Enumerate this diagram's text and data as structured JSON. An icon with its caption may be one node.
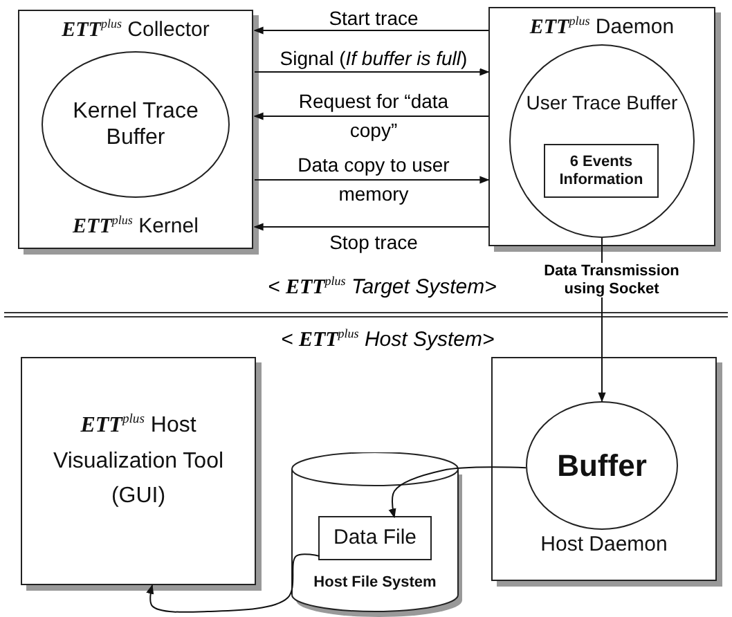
{
  "diagram": {
    "nodes": [
      {
        "text": [
          "*ETT*$^{plus}$ Collector",
          "*ETT*$^{plus}$ Kernel"
        ]
      },
      {
        "text": [
          "Kernel Trace Buffer"
        ],
        "in": 0
      },
      {
        "text": [
          "*ETT*$^{plus}$ Daemon"
        ]
      },
      {
        "text": [
          "User Trace Buffer"
        ],
        "in": 2
      },
      {
        "text": [
          "6 Events Information"
        ],
        "in": 3
      },
      {
        "text": [
          "*ETT*$^{plus}$ Host Visualization Tool (GUI)"
        ]
      },
      {
        "text": [
          "Host Daemon"
        ]
      },
      {
        "text": [
          "Buffer"
        ],
        "in": 6
      },
      {
        "text": [
          "Host File System"
        ]
      },
      {
        "text": [
          "Data File"
        ],
        "in": 8
      }
    ],
    "edges": [
      {
        "from": 2,
        "to": 0,
        "arrow": "to",
        "label": "Start trace"
      },
      {
        "from": 0,
        "to": 2,
        "arrow": "to",
        "label": "Signal (*If buffer is full*)"
      },
      {
        "from": 2,
        "to": 0,
        "arrow": "to",
        "label": "Request for “data copy”"
      },
      {
        "from": 0,
        "to": 2,
        "arrow": "to",
        "label": "Data copy to user memory"
      },
      {
        "from": 2,
        "to": 0,
        "arrow": "to",
        "label": "Stop trace"
      },
      {
        "from": 3,
        "to": 7,
        "arrow": "to",
        "label": "Data Transmission using Socket"
      },
      {
        "from": 7,
        "to": 9,
        "arrow": "to"
      },
      {
        "from": 9,
        "to": 5,
        "arrow": "to"
      }
    ],
    "labels": [
      "< *ETT*$^{plus}$ Target System>",
      "< *ETT*$^{plus}$ Host System>"
    ]
  }
}
